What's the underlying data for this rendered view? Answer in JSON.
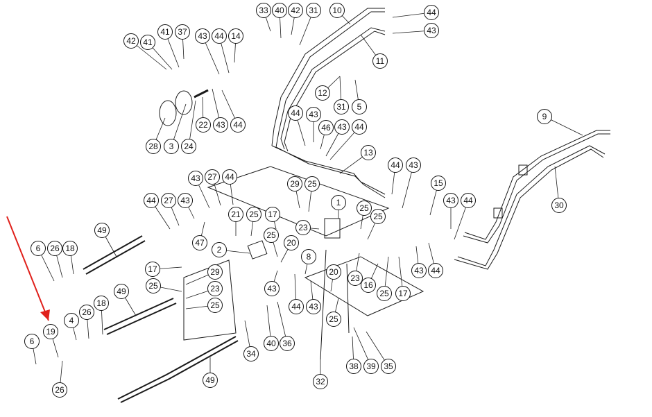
{
  "diagram": {
    "description_none": "",
    "accent_color": "#e0201b",
    "callouts": [
      {
        "id": "c33",
        "label": "33"
      },
      {
        "id": "c40a",
        "label": "40"
      },
      {
        "id": "c42a",
        "label": "42"
      },
      {
        "id": "c31a",
        "label": "31"
      },
      {
        "id": "c10",
        "label": "10"
      },
      {
        "id": "c44a",
        "label": "44"
      },
      {
        "id": "c43a",
        "label": "43"
      },
      {
        "id": "c11",
        "label": "11"
      },
      {
        "id": "c41a",
        "label": "41"
      },
      {
        "id": "c37",
        "label": "37"
      },
      {
        "id": "c42b",
        "label": "42"
      },
      {
        "id": "c41b",
        "label": "41"
      },
      {
        "id": "c43b",
        "label": "43"
      },
      {
        "id": "c44b",
        "label": "44"
      },
      {
        "id": "c14",
        "label": "14"
      },
      {
        "id": "c12",
        "label": "12"
      },
      {
        "id": "c31b",
        "label": "31"
      },
      {
        "id": "c5",
        "label": "5"
      },
      {
        "id": "c22",
        "label": "22"
      },
      {
        "id": "c43c",
        "label": "43"
      },
      {
        "id": "c44c",
        "label": "44"
      },
      {
        "id": "c28",
        "label": "28"
      },
      {
        "id": "c3",
        "label": "3"
      },
      {
        "id": "c24",
        "label": "24"
      },
      {
        "id": "c44d",
        "label": "44"
      },
      {
        "id": "c43d",
        "label": "43"
      },
      {
        "id": "c46",
        "label": "46"
      },
      {
        "id": "c43e",
        "label": "43"
      },
      {
        "id": "c44e",
        "label": "44"
      },
      {
        "id": "c13",
        "label": "13"
      },
      {
        "id": "c9",
        "label": "9"
      },
      {
        "id": "c30",
        "label": "30"
      },
      {
        "id": "c44f",
        "label": "44"
      },
      {
        "id": "c43f",
        "label": "43"
      },
      {
        "id": "c15",
        "label": "15"
      },
      {
        "id": "c43g",
        "label": "43"
      },
      {
        "id": "c44g",
        "label": "44"
      },
      {
        "id": "c43h",
        "label": "43"
      },
      {
        "id": "c27a",
        "label": "27"
      },
      {
        "id": "c44h",
        "label": "44"
      },
      {
        "id": "c29a",
        "label": "29"
      },
      {
        "id": "c25a",
        "label": "25"
      },
      {
        "id": "c1",
        "label": "1"
      },
      {
        "id": "c44i",
        "label": "44"
      },
      {
        "id": "c27b",
        "label": "27"
      },
      {
        "id": "c43i",
        "label": "43"
      },
      {
        "id": "c21",
        "label": "21"
      },
      {
        "id": "c25b",
        "label": "25"
      },
      {
        "id": "c17a",
        "label": "17"
      },
      {
        "id": "c25c",
        "label": "25"
      },
      {
        "id": "c25d",
        "label": "25"
      },
      {
        "id": "c23a",
        "label": "23"
      },
      {
        "id": "c49a",
        "label": "49"
      },
      {
        "id": "c47",
        "label": "47"
      },
      {
        "id": "c2",
        "label": "2"
      },
      {
        "id": "c25e",
        "label": "25"
      },
      {
        "id": "c20a",
        "label": "20"
      },
      {
        "id": "c6a",
        "label": "6"
      },
      {
        "id": "c26a",
        "label": "26"
      },
      {
        "id": "c18a",
        "label": "18"
      },
      {
        "id": "c8",
        "label": "8"
      },
      {
        "id": "c23b",
        "label": "23"
      },
      {
        "id": "c16",
        "label": "16"
      },
      {
        "id": "c25f",
        "label": "25"
      },
      {
        "id": "c17b",
        "label": "17"
      },
      {
        "id": "c43j",
        "label": "43"
      },
      {
        "id": "c44j",
        "label": "44"
      },
      {
        "id": "c17c",
        "label": "17"
      },
      {
        "id": "c29b",
        "label": "29"
      },
      {
        "id": "c25g",
        "label": "25"
      },
      {
        "id": "c23c",
        "label": "23"
      },
      {
        "id": "c25h",
        "label": "25"
      },
      {
        "id": "c20b",
        "label": "20"
      },
      {
        "id": "c43k",
        "label": "43"
      },
      {
        "id": "c44k",
        "label": "44"
      },
      {
        "id": "c43l",
        "label": "43"
      },
      {
        "id": "c25i",
        "label": "25"
      },
      {
        "id": "c49b",
        "label": "49"
      },
      {
        "id": "c4",
        "label": "4"
      },
      {
        "id": "c26b",
        "label": "26"
      },
      {
        "id": "c18b",
        "label": "18"
      },
      {
        "id": "c19",
        "label": "19"
      },
      {
        "id": "c6b",
        "label": "6"
      },
      {
        "id": "c26c",
        "label": "26"
      },
      {
        "id": "c34",
        "label": "34"
      },
      {
        "id": "c40b",
        "label": "40"
      },
      {
        "id": "c36",
        "label": "36"
      },
      {
        "id": "c38",
        "label": "38"
      },
      {
        "id": "c39",
        "label": "39"
      },
      {
        "id": "c35",
        "label": "35"
      },
      {
        "id": "c32",
        "label": "32"
      },
      {
        "id": "c49c",
        "label": "49"
      }
    ]
  }
}
